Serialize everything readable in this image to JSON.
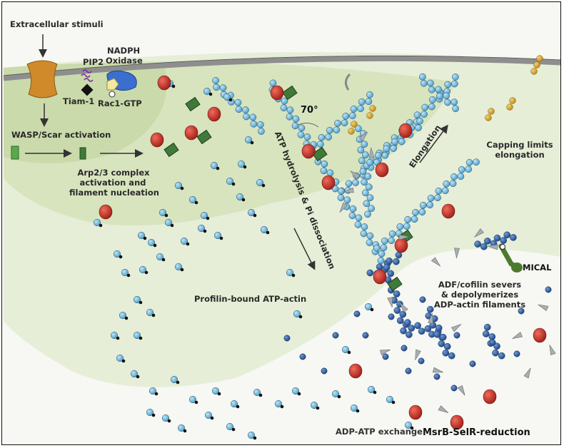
{
  "labels": {
    "extracellular_stimuli": "Extracellular stimuli",
    "pip2": "PIP2",
    "nadph_oxidase_line1": "NADPH",
    "nadph_oxidase_line2": "Oxidase",
    "tiam1": "Tiam-1",
    "rac1_gtp": "Rac1-GTP",
    "wasp_scar": "WASP/Scar activation",
    "arp23_line1": "Arp2/3 complex",
    "arp23_line2": "activation and",
    "arp23_line3": "filament nucleation",
    "angle": "70°",
    "atp_hydrolysis": "ATP hydrolysis & Pi dissociation",
    "elongation": "Elongation",
    "capping_line1": "Capping limits",
    "capping_line2": "elongation",
    "profilin": "Profilin-bound ATP-actin",
    "adf_line1": "ADF/cofilin severs",
    "adf_line2": "& depolymerizes",
    "adf_line3": "ADP-actin filaments",
    "mical": "MICAL",
    "adp_atp_exchange": "ADP-ATP exchange",
    "msrb": "MsrB-SelR-reduction"
  },
  "colors": {
    "background": "#f7f8f3",
    "membrane": "#8c8c8c",
    "cell_region": "#dde7c6",
    "atp_actin": "#5cb0d6",
    "adp_actin": "#2f5fa8",
    "arp23": "#3f7a3a",
    "profilin": "#c0392b",
    "capping": "#d4a02a",
    "cofilin": "#9ea3a8",
    "receptor": "#d08a2a",
    "nadph": "#3a6fd0",
    "mical": "#4e7a2e"
  }
}
